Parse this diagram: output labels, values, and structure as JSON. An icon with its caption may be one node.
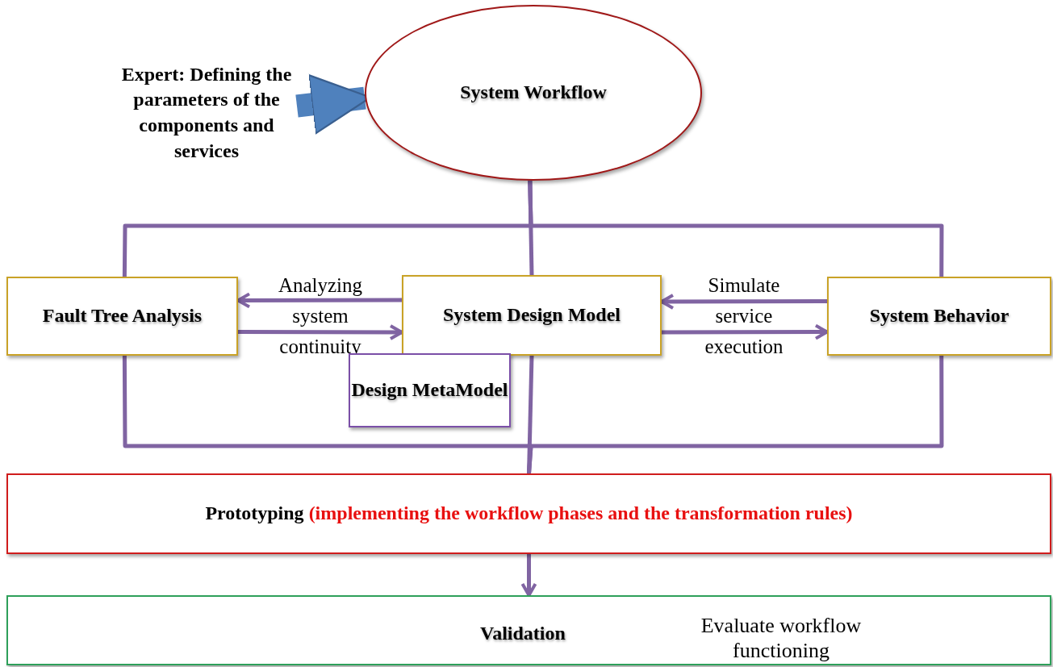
{
  "diagram": {
    "nodes": [
      {
        "text": [
          "Expert: Defining the parameters of the components and services"
        ]
      },
      {
        "text": [
          "System Workflow"
        ]
      },
      {
        "text": [
          "Fault Tree Analysis"
        ]
      },
      {
        "text": [
          "System Design Model"
        ]
      },
      {
        "text": [
          "Design MetaModel"
        ]
      },
      {
        "text": [
          "System Behavior"
        ]
      },
      {
        "text": [
          "Prototyping",
          "(implementing the workflow phases and the transformation rules)"
        ]
      },
      {
        "text": [
          "Validation",
          "Evaluate workflow functioning"
        ]
      }
    ],
    "edges": [
      {
        "from": 0,
        "to": 1,
        "arrow": "to",
        "style": "thick",
        "color": "#4f81bd"
      },
      {
        "from": 1,
        "to": 2,
        "arrow": "none"
      },
      {
        "from": 1,
        "to": 3,
        "arrow": "none"
      },
      {
        "from": 1,
        "to": 5,
        "arrow": "none"
      },
      {
        "from": 3,
        "to": 2,
        "arrow": "to",
        "label": "Analyzing system continuity"
      },
      {
        "from": 2,
        "to": 3,
        "arrow": "to"
      },
      {
        "from": 5,
        "to": 3,
        "arrow": "to",
        "label": "Simulate service execution"
      },
      {
        "from": 3,
        "to": 5,
        "arrow": "to"
      },
      {
        "from": 2,
        "to": 6,
        "arrow": "none"
      },
      {
        "from": 3,
        "to": 6,
        "arrow": "none"
      },
      {
        "from": 5,
        "to": 6,
        "arrow": "none"
      },
      {
        "from": 6,
        "to": 7,
        "arrow": "to"
      }
    ]
  }
}
